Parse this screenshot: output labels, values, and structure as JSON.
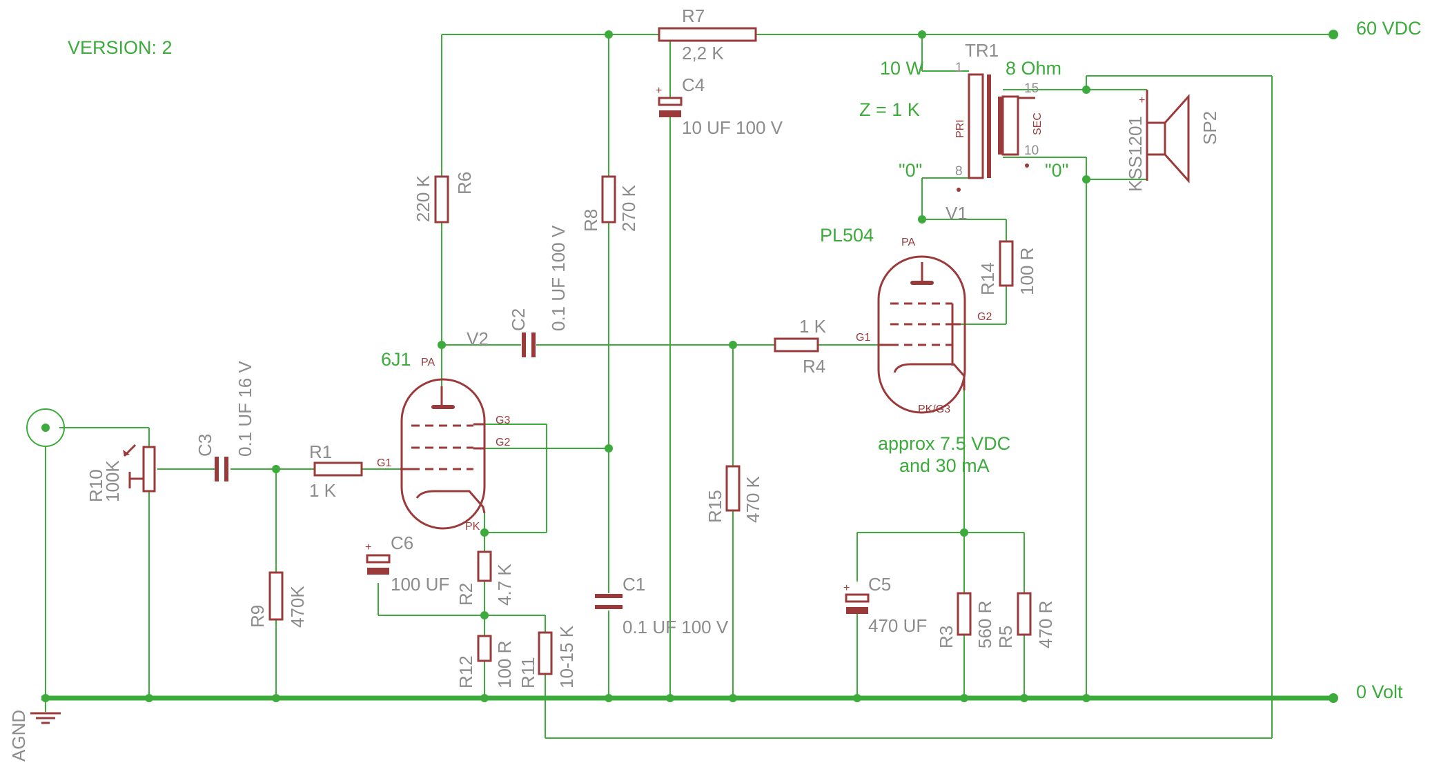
{
  "version_label": "VERSION: 2",
  "rails": {
    "supply": "60 VDC",
    "ground": "0 Volt",
    "agnd": "AGND"
  },
  "resistors": {
    "r1": {
      "ref": "R1",
      "value": "1 K"
    },
    "r2": {
      "ref": "R2",
      "value": "4.7 K"
    },
    "r3": {
      "ref": "R3",
      "value": "560 R"
    },
    "r4": {
      "ref": "R4",
      "value": "1 K"
    },
    "r5": {
      "ref": "R5",
      "value": "470 R"
    },
    "r6": {
      "ref": "R6",
      "value": "220 K"
    },
    "r7": {
      "ref": "R7",
      "value": "2,2 K"
    },
    "r8": {
      "ref": "R8",
      "value": "270 K"
    },
    "r9": {
      "ref": "R9",
      "value": "470K"
    },
    "r10": {
      "ref": "R10",
      "value": "100K"
    },
    "r11": {
      "ref": "R11",
      "value": "10-15 K"
    },
    "r12": {
      "ref": "R12",
      "value": "100 R"
    },
    "r14": {
      "ref": "R14",
      "value": "100 R"
    },
    "r15": {
      "ref": "R15",
      "value": "470 K"
    }
  },
  "capacitors": {
    "c1": {
      "ref": "C1",
      "value": "0.1 UF 100 V"
    },
    "c2": {
      "ref": "C2",
      "value": "0.1 UF 100 V"
    },
    "c3": {
      "ref": "C3",
      "value": "0.1 UF 16 V"
    },
    "c4": {
      "ref": "C4",
      "value": "10 UF 100 V"
    },
    "c5": {
      "ref": "C5",
      "value": "470 UF"
    },
    "c6": {
      "ref": "C6",
      "value": "100 UF"
    }
  },
  "tubes": {
    "v2": {
      "ref": "V2",
      "type": "6J1",
      "pins": {
        "pa": "PA",
        "g1": "G1",
        "g2": "G2",
        "g3": "G3",
        "pk": "PK"
      }
    },
    "v1": {
      "ref": "V1",
      "type": "PL504",
      "pins": {
        "pa": "PA",
        "g1": "G1",
        "g2": "G2",
        "pkg3": "PK/G3"
      }
    }
  },
  "transformer": {
    "ref": "TR1",
    "power": "10 W",
    "impedance": "Z = 1 K",
    "secondary_impedance": "8 Ohm",
    "pri_label": "PRI",
    "sec_label": "SEC",
    "pins": {
      "p1": "1",
      "p8": "8",
      "p15": "15",
      "p10": "10"
    },
    "zero_primary": "\"0\"",
    "zero_secondary": "\"0\""
  },
  "speaker": {
    "ref": "SP2",
    "part": "KSS1201"
  },
  "notes": {
    "bias_line1": "approx 7.5 VDC",
    "bias_line2": "and 30 mA"
  },
  "plus_sign": "+"
}
